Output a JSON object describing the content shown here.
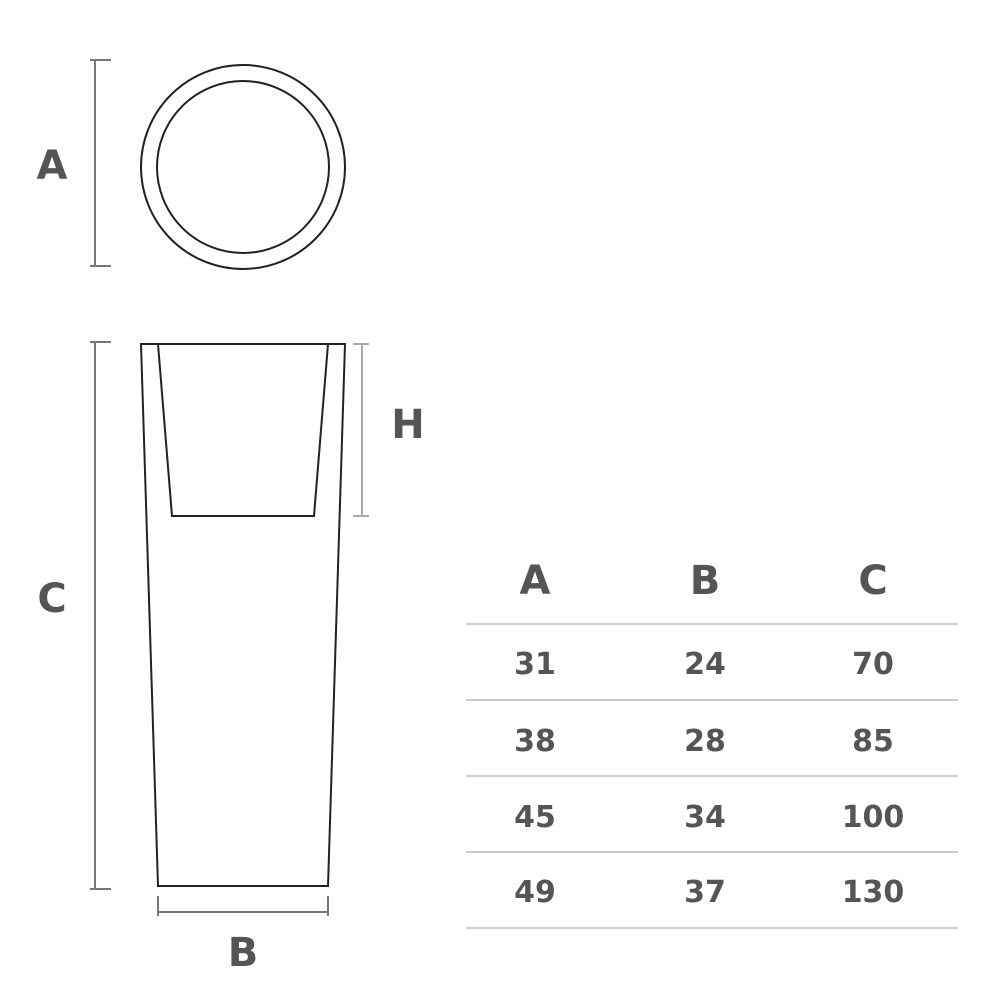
{
  "drawing": {
    "labels": {
      "a": "A",
      "b": "B",
      "c": "C",
      "h": "H"
    },
    "line_color": "#222222",
    "dimension_color": "#777777"
  },
  "table": {
    "headers": [
      "A",
      "B",
      "C"
    ],
    "rows": [
      [
        "31",
        "24",
        "70"
      ],
      [
        "38",
        "28",
        "85"
      ],
      [
        "45",
        "34",
        "100"
      ],
      [
        "49",
        "37",
        "130"
      ]
    ]
  }
}
